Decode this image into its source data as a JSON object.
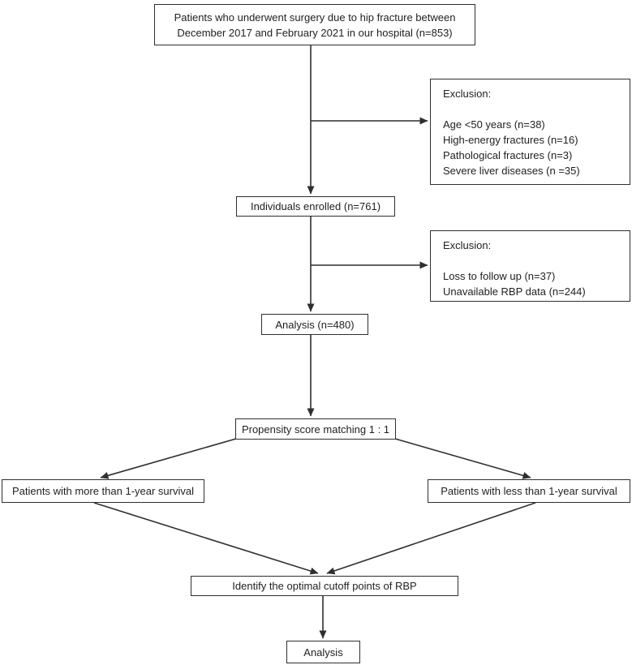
{
  "flowchart": {
    "nodes": {
      "surgery": {
        "line1": "Patients who underwent surgery due to hip fracture between",
        "line2": "December 2017 and February 2021 in our hospital (n=853)"
      },
      "enrolled": {
        "label": "Individuals enrolled (n=761)"
      },
      "analysis_480": {
        "label": "Analysis (n=480)"
      },
      "propensity": {
        "label": "Propensity score matching 1 : 1"
      },
      "survival_more": {
        "label": "Patients with more than 1-year survival"
      },
      "survival_less": {
        "label": "Patients with less than 1-year survival"
      },
      "identify_cutoff": {
        "label": "Identify the optimal cutoff  points of RBP"
      },
      "analysis_final": {
        "label": "Analysis"
      }
    },
    "exclusion1": {
      "title": "Exclusion:",
      "items": [
        "Age <50 years (n=38)",
        "High-energy fractures (n=16)",
        "Pathological fractures (n=3)",
        "Severe liver diseases (n =35)"
      ]
    },
    "exclusion2": {
      "title": "Exclusion:",
      "items": [
        "Loss to follow up (n=37)",
        "Unavailable RBP data (n=244)"
      ]
    },
    "colors": {
      "background": "#ffffff",
      "box_border": "#2f2f2f",
      "text": "#1f1f1f",
      "arrow": "#2f2f2f"
    }
  }
}
